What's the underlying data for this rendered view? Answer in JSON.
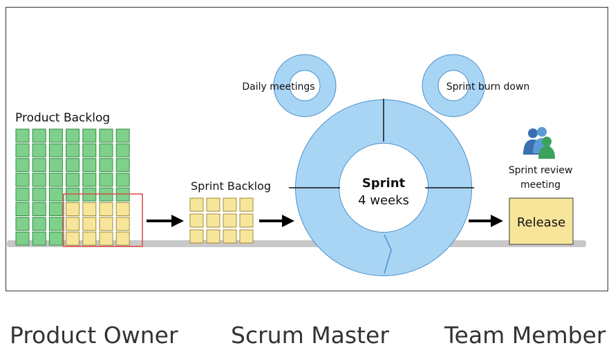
{
  "diagram": {
    "product_backlog_label": "Product Backlog",
    "sprint_backlog_label": "Sprint Backlog",
    "sprint_title": "Sprint",
    "sprint_duration": "4 weeks",
    "daily_meetings_label": "Daily meetings",
    "burn_down_label": "Sprint burn down",
    "review_line1": "Sprint review",
    "review_line2": "meeting",
    "release_label": "Release",
    "colors": {
      "backlog_cell": "#7fd08a",
      "backlog_cell_border": "#2e8b3e",
      "sprint_cell": "#f7e59a",
      "sprint_cell_border": "#9c8a3a",
      "ring": "#a9d5f5",
      "ring_border": "#4a8fc8",
      "baseline": "#c8c8c8",
      "selection": "#d9534f"
    }
  },
  "roles": {
    "product_owner": "Product Owner",
    "scrum_master": "Scrum Master",
    "team_member": "Team Member"
  }
}
